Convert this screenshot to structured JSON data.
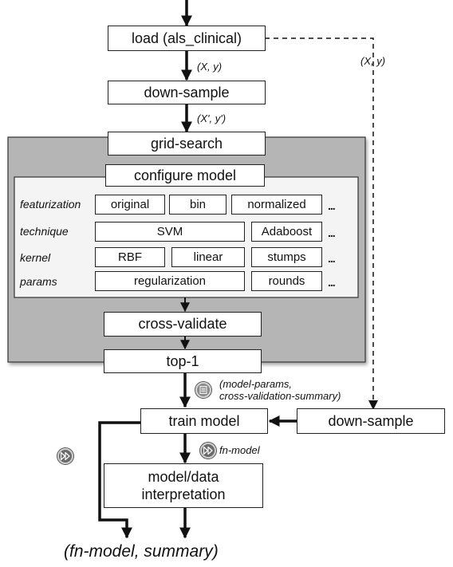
{
  "nodes": {
    "load": "load (als_clinical)",
    "downsample_top": "down-sample",
    "gridsearch": "grid-search",
    "configure": "configure model",
    "crossvalidate": "cross-validate",
    "top1": "top-1",
    "train": "train model",
    "downsample_right": "down-sample",
    "interpretation_line1": "model/data",
    "interpretation_line2": "interpretation"
  },
  "config_rows": {
    "featurization": {
      "label": "featurization",
      "options": [
        "original",
        "bin",
        "normalized"
      ],
      "more": "..."
    },
    "technique": {
      "label": "technique",
      "options": [
        "SVM",
        "Adaboost"
      ],
      "more": "..."
    },
    "kernel": {
      "label": "kernel",
      "options": [
        "RBF",
        "linear",
        "stumps"
      ],
      "more": "..."
    },
    "params": {
      "label": "params",
      "options": [
        "regularization",
        "rounds"
      ],
      "more": "..."
    }
  },
  "annotations": {
    "xy_after_load": "(X, y)",
    "xy_dashed": "(X, y)",
    "xy_prime": "(X', y')",
    "top1_output_line1": "(model-params,",
    "top1_output_line2": "cross-validation-summary)",
    "fn_model": "fn-model",
    "final_output": "(fn-model, summary)"
  },
  "icons": {
    "document": "document-icon",
    "fast_forward": "fast-forward-icon"
  },
  "colors": {
    "grid_panel": "#b5b5b5",
    "config_panel": "#f4f4f4",
    "stroke": "#222222"
  }
}
